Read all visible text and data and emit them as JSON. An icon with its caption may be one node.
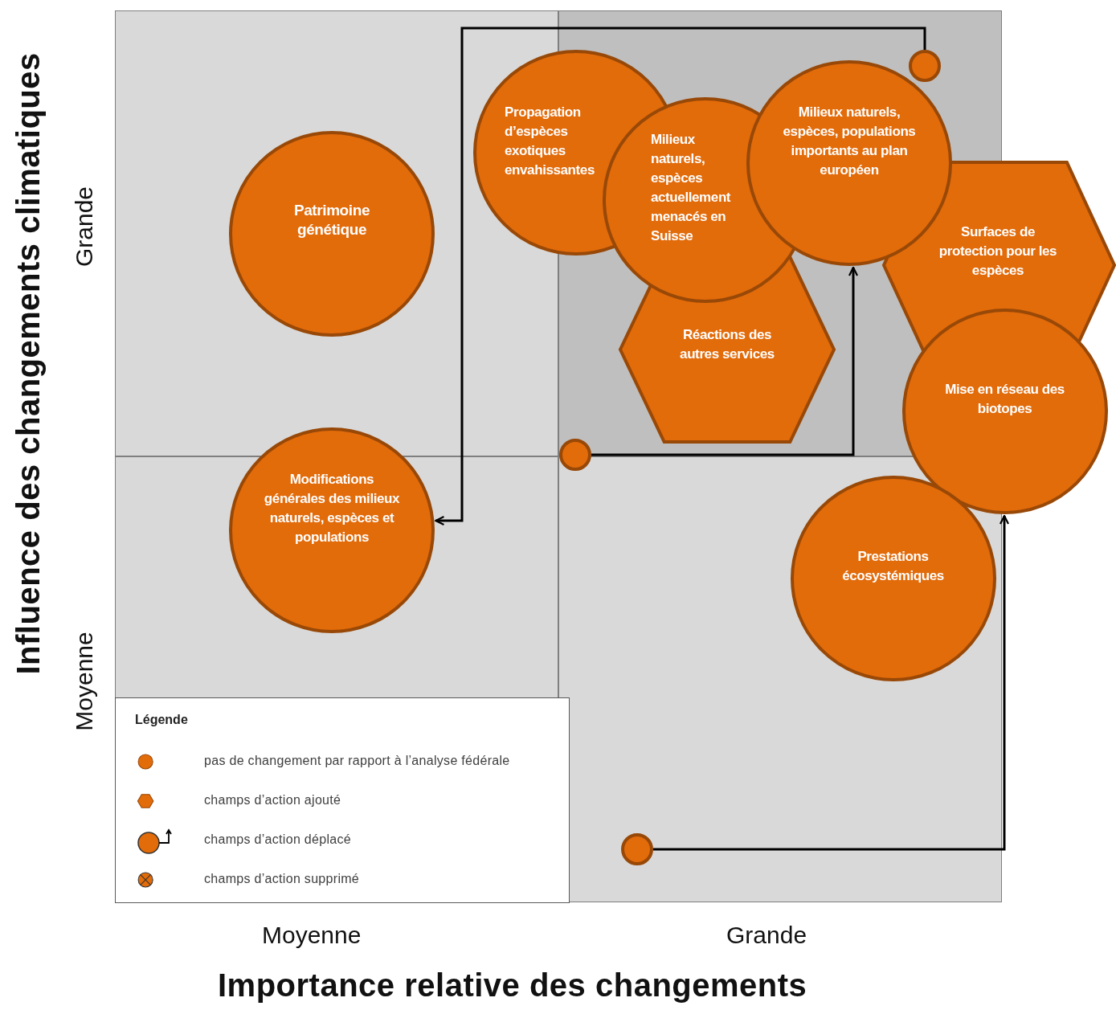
{
  "diagram": {
    "nodes": [
      {
        "text": [
          "Patrimoine génétique"
        ]
      },
      {
        "text": [
          "Propagation d’espèces exotiques envahissantes"
        ]
      },
      {
        "text": [
          "Milieux naturels, espèces actuellement menacés en Suisse"
        ]
      },
      {
        "text": [
          "Milieux naturels, espèces, populations importants au plan européen"
        ]
      },
      {
        "text": [
          "Surfaces de protection pour les espèces"
        ]
      },
      {
        "text": [
          "Réactions des autres services"
        ]
      },
      {
        "text": [
          "Mise en réseau des biotopes"
        ]
      },
      {
        "text": [
          "Modifications générales des milieux naturels, espèces et populations"
        ]
      },
      {
        "text": [
          "Prestations écosystémiques"
        ]
      },
      {
        "text": [],
        "shape": "circle"
      },
      {
        "text": [],
        "shape": "circle"
      },
      {
        "text": [],
        "shape": "circle"
      }
    ],
    "edges": [
      {
        "from": 10,
        "to": 3,
        "arrow": "to"
      },
      {
        "from": 9,
        "to": 7,
        "arrow": "to"
      },
      {
        "from": 11,
        "to": 6,
        "arrow": "to"
      }
    ],
    "labels": [
      "Influence des changements climatiques",
      "Grande",
      "Moyenne",
      "Légende",
      "Moyenne",
      "Grande",
      "Importance relative des changements"
    ],
    "legend": [
      {
        "text": "pas de changement par rapport à l’analyse fédérale"
      },
      {
        "text": "champs d’action ajouté"
      },
      {
        "text": "champs d’action déplacé"
      },
      {
        "text": "champs d’action supprimé"
      }
    ]
  }
}
